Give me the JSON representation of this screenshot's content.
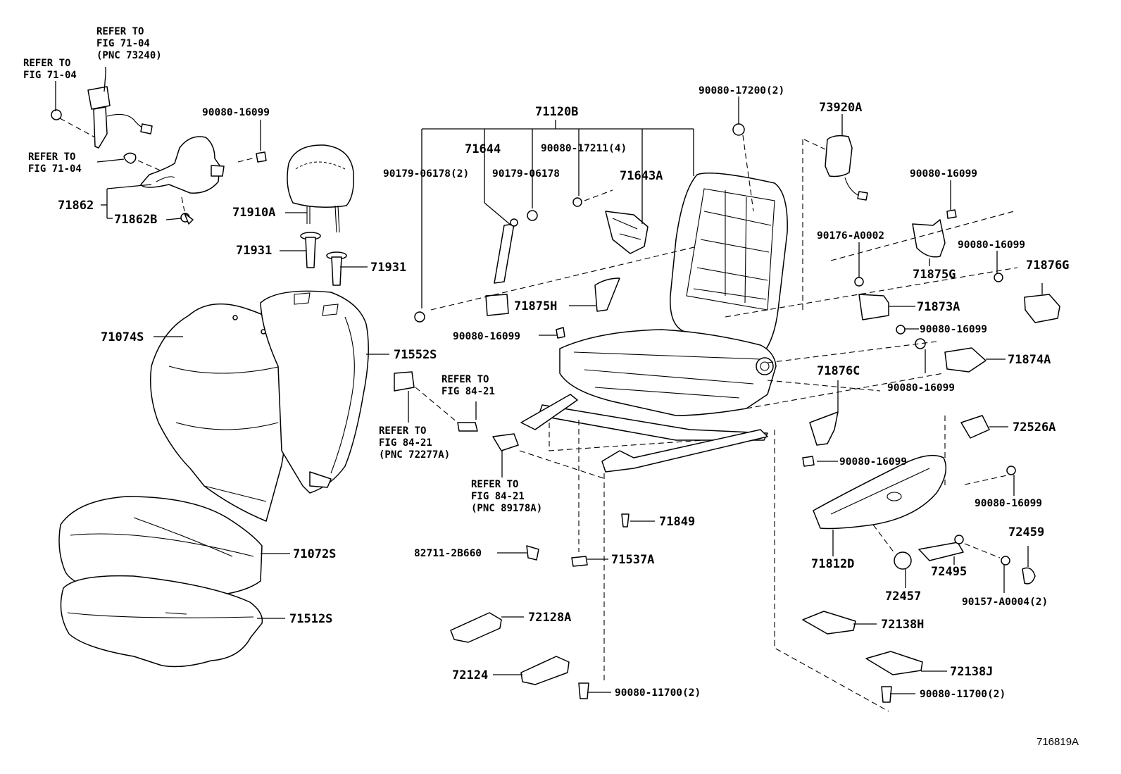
{
  "figure_id": "716819A",
  "labels": {
    "refer_seatbelt_pnc": [
      "REFER TO",
      "FIG 71-04",
      "(PNC 73240)"
    ],
    "refer_71_04_top": [
      "REFER TO",
      "FIG 71-04"
    ],
    "refer_71_04_mid": [
      "REFER TO",
      "FIG 71-04"
    ],
    "p_90080_16099_hr": "90080-16099",
    "p_71862": "71862",
    "p_71862B": "71862B",
    "p_71910A": "71910A",
    "p_71931_a": "71931",
    "p_71931_b": "71931",
    "p_71074S": "71074S",
    "p_71552S": "71552S",
    "p_71072S": "71072S",
    "p_71512S": "71512S",
    "p_71120B": "71120B",
    "p_71644": "71644",
    "p_90080_17211": "90080-17211(4)",
    "p_71643A": "71643A",
    "p_90179_06178_2": "90179-06178(2)",
    "p_90179_06178": "90179-06178",
    "p_90080_17200": "90080-17200(2)",
    "p_73920A": "73920A",
    "p_90080_16099_r1": "90080-16099",
    "p_90176_A0002": "90176-A0002",
    "p_90080_16099_r2": "90080-16099",
    "p_71875G": "71875G",
    "p_71876G": "71876G",
    "p_71873A": "71873A",
    "p_90080_16099_r3": "90080-16099",
    "p_71874A": "71874A",
    "p_90080_16099_r4": "90080-16099",
    "p_71875H": "71875H",
    "p_90080_16099_c": "90080-16099",
    "refer_84_21_a": [
      "REFER TO",
      "FIG 84-21"
    ],
    "refer_84_21_b": [
      "REFER TO",
      "FIG 84-21",
      "(PNC 72277A)"
    ],
    "refer_84_21_c": [
      "REFER TO",
      "FIG 84-21",
      "(PNC 89178A)"
    ],
    "p_71876C": "71876C",
    "p_90080_16099_r5": "90080-16099",
    "p_72526A": "72526A",
    "p_90080_16099_r6": "90080-16099",
    "p_71849": "71849",
    "p_82711_2B660": "82711-2B660",
    "p_71537A": "71537A",
    "p_71812D": "71812D",
    "p_72459": "72459",
    "p_72495": "72495",
    "p_72457": "72457",
    "p_90157_A0004": "90157-A0004(2)",
    "p_72128A": "72128A",
    "p_72138H": "72138H",
    "p_72124": "72124",
    "p_72138J": "72138J",
    "p_90080_11700_a": "90080-11700(2)",
    "p_90080_11700_b": "90080-11700(2)"
  }
}
